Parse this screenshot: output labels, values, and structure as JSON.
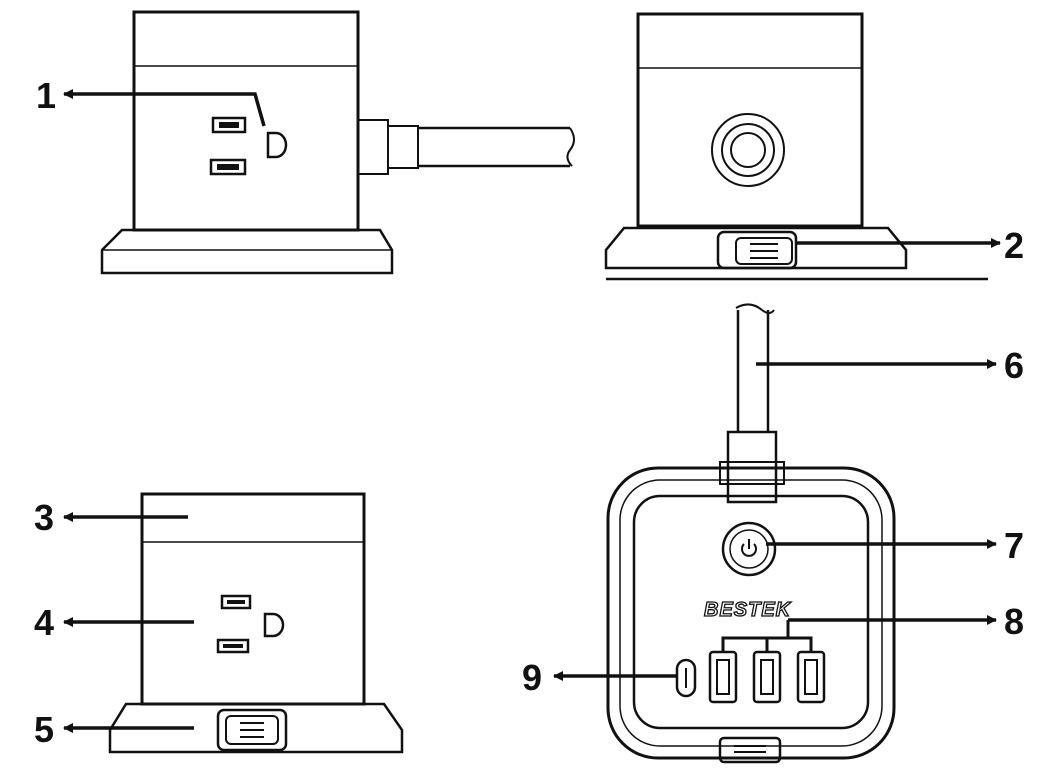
{
  "figure": {
    "callouts": [
      "1",
      "2",
      "3",
      "4",
      "5",
      "6",
      "7",
      "8",
      "9"
    ],
    "brand_text": "BESTEK",
    "line_color": "#111111",
    "background": "#ffffff"
  }
}
